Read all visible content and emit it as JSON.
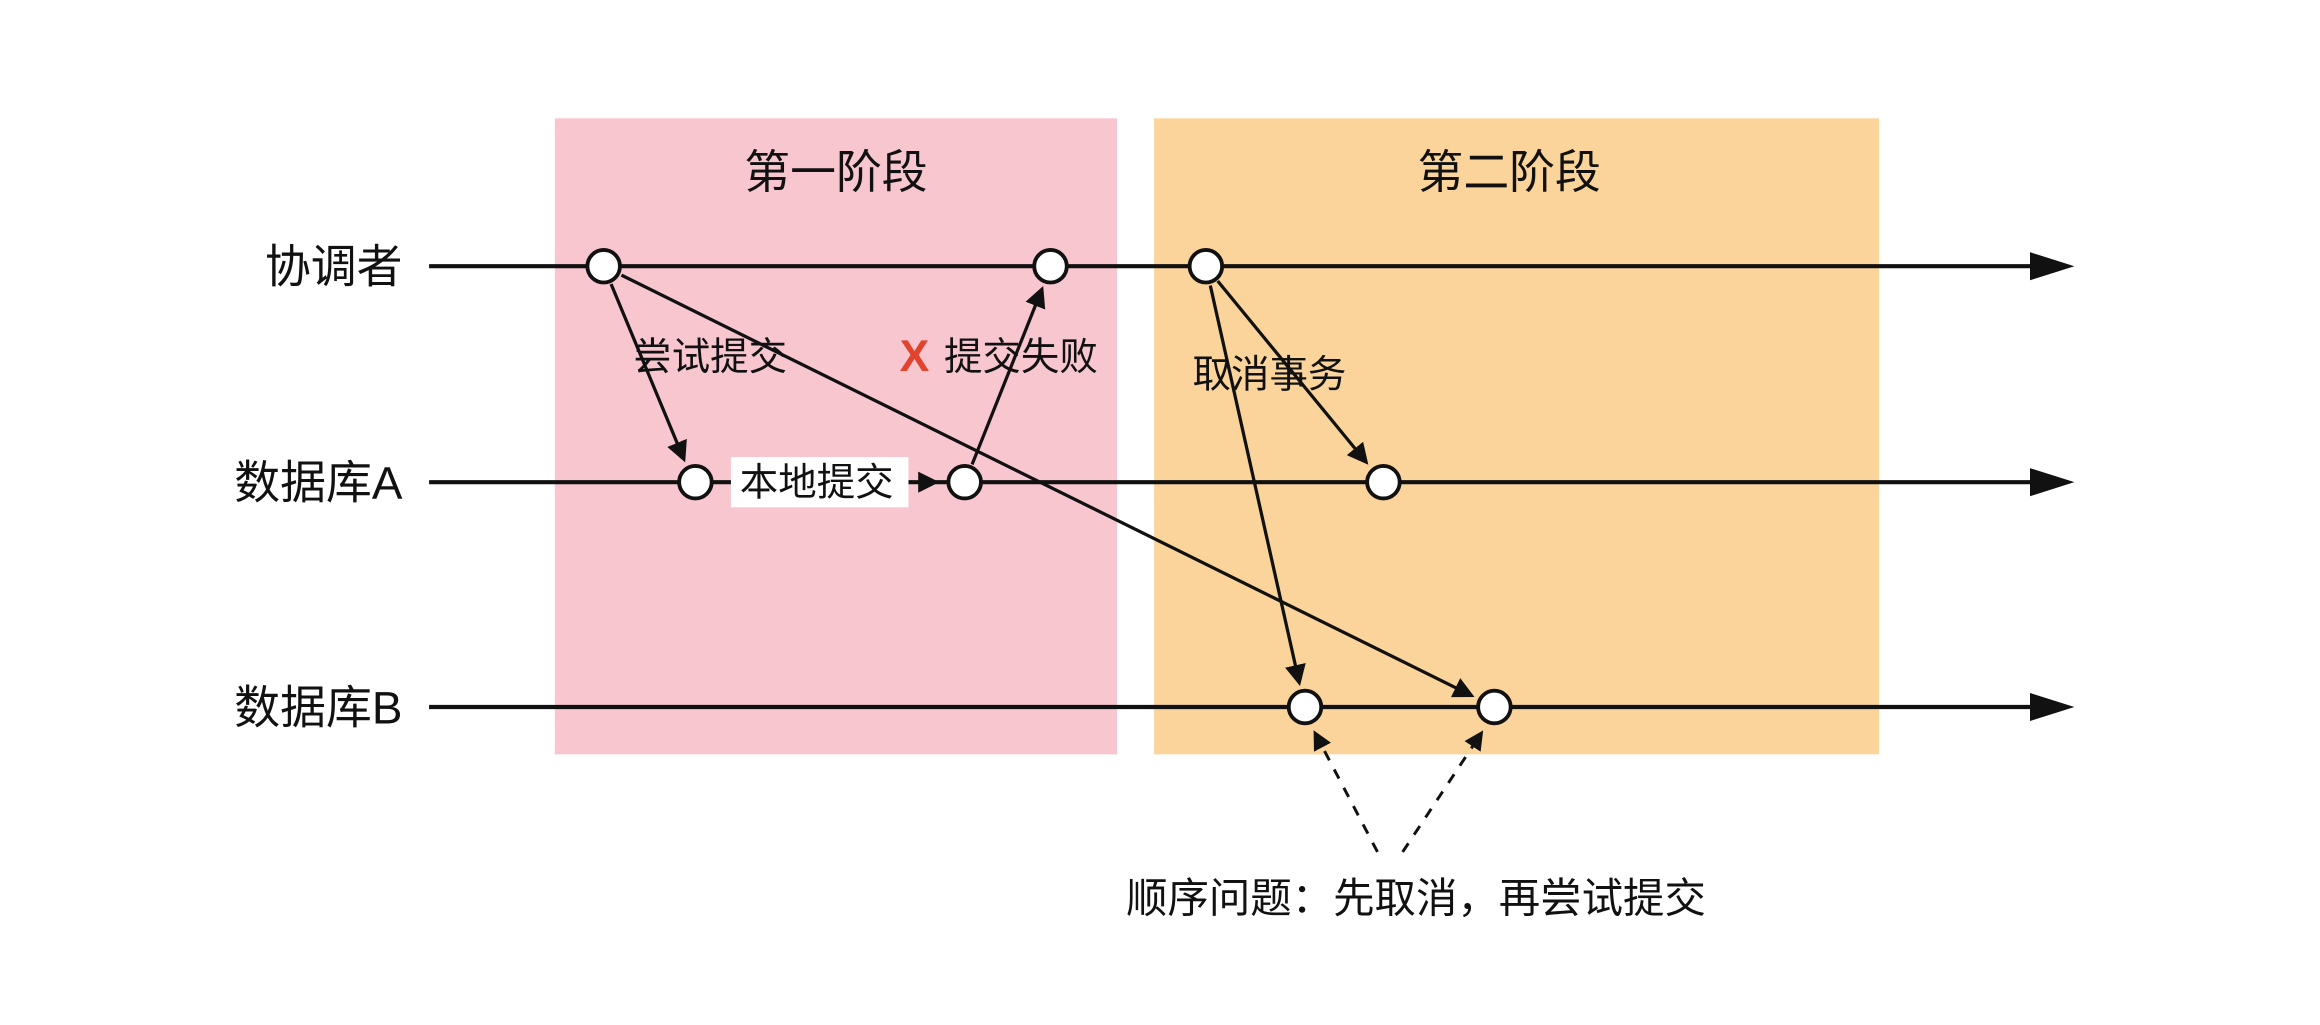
{
  "diagram": {
    "phases": [
      {
        "id": "phase-1",
        "label": "第一阶段"
      },
      {
        "id": "phase-2",
        "label": "第二阶段"
      }
    ],
    "lanes": [
      {
        "id": "coordinator",
        "label": "协调者"
      },
      {
        "id": "database-a",
        "label": "数据库A"
      },
      {
        "id": "database-b",
        "label": "数据库B"
      }
    ],
    "messages": {
      "try_commit": "尝试提交",
      "local_commit": "本地提交",
      "fail_mark": "X",
      "commit_failed": "提交失败",
      "cancel_transaction": "取消事务"
    },
    "note": "顺序问题：先取消，再尝试提交"
  },
  "colors": {
    "phase1_bg": "#F7C6CF",
    "phase2_bg": "#FAD49B",
    "stroke": "#111111",
    "fail_red": "#E2432D",
    "node_fill": "#FFFFFF",
    "background": "#FFFFFF"
  }
}
